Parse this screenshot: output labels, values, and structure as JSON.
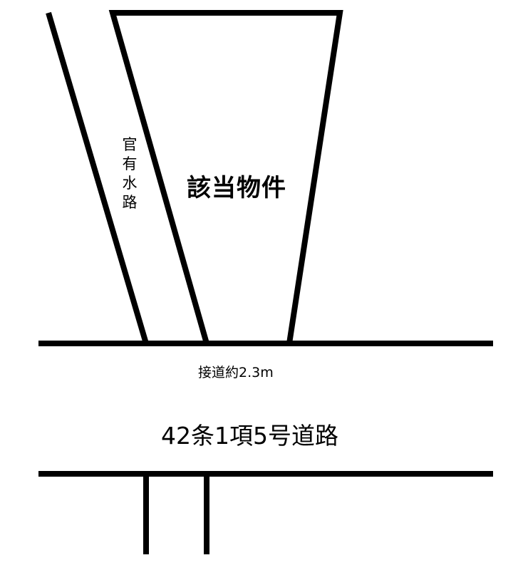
{
  "labels": {
    "waterway": "官有水路",
    "property": "該当物件",
    "frontage": "接道約2.3m",
    "road": "42条1項5号道路"
  }
}
